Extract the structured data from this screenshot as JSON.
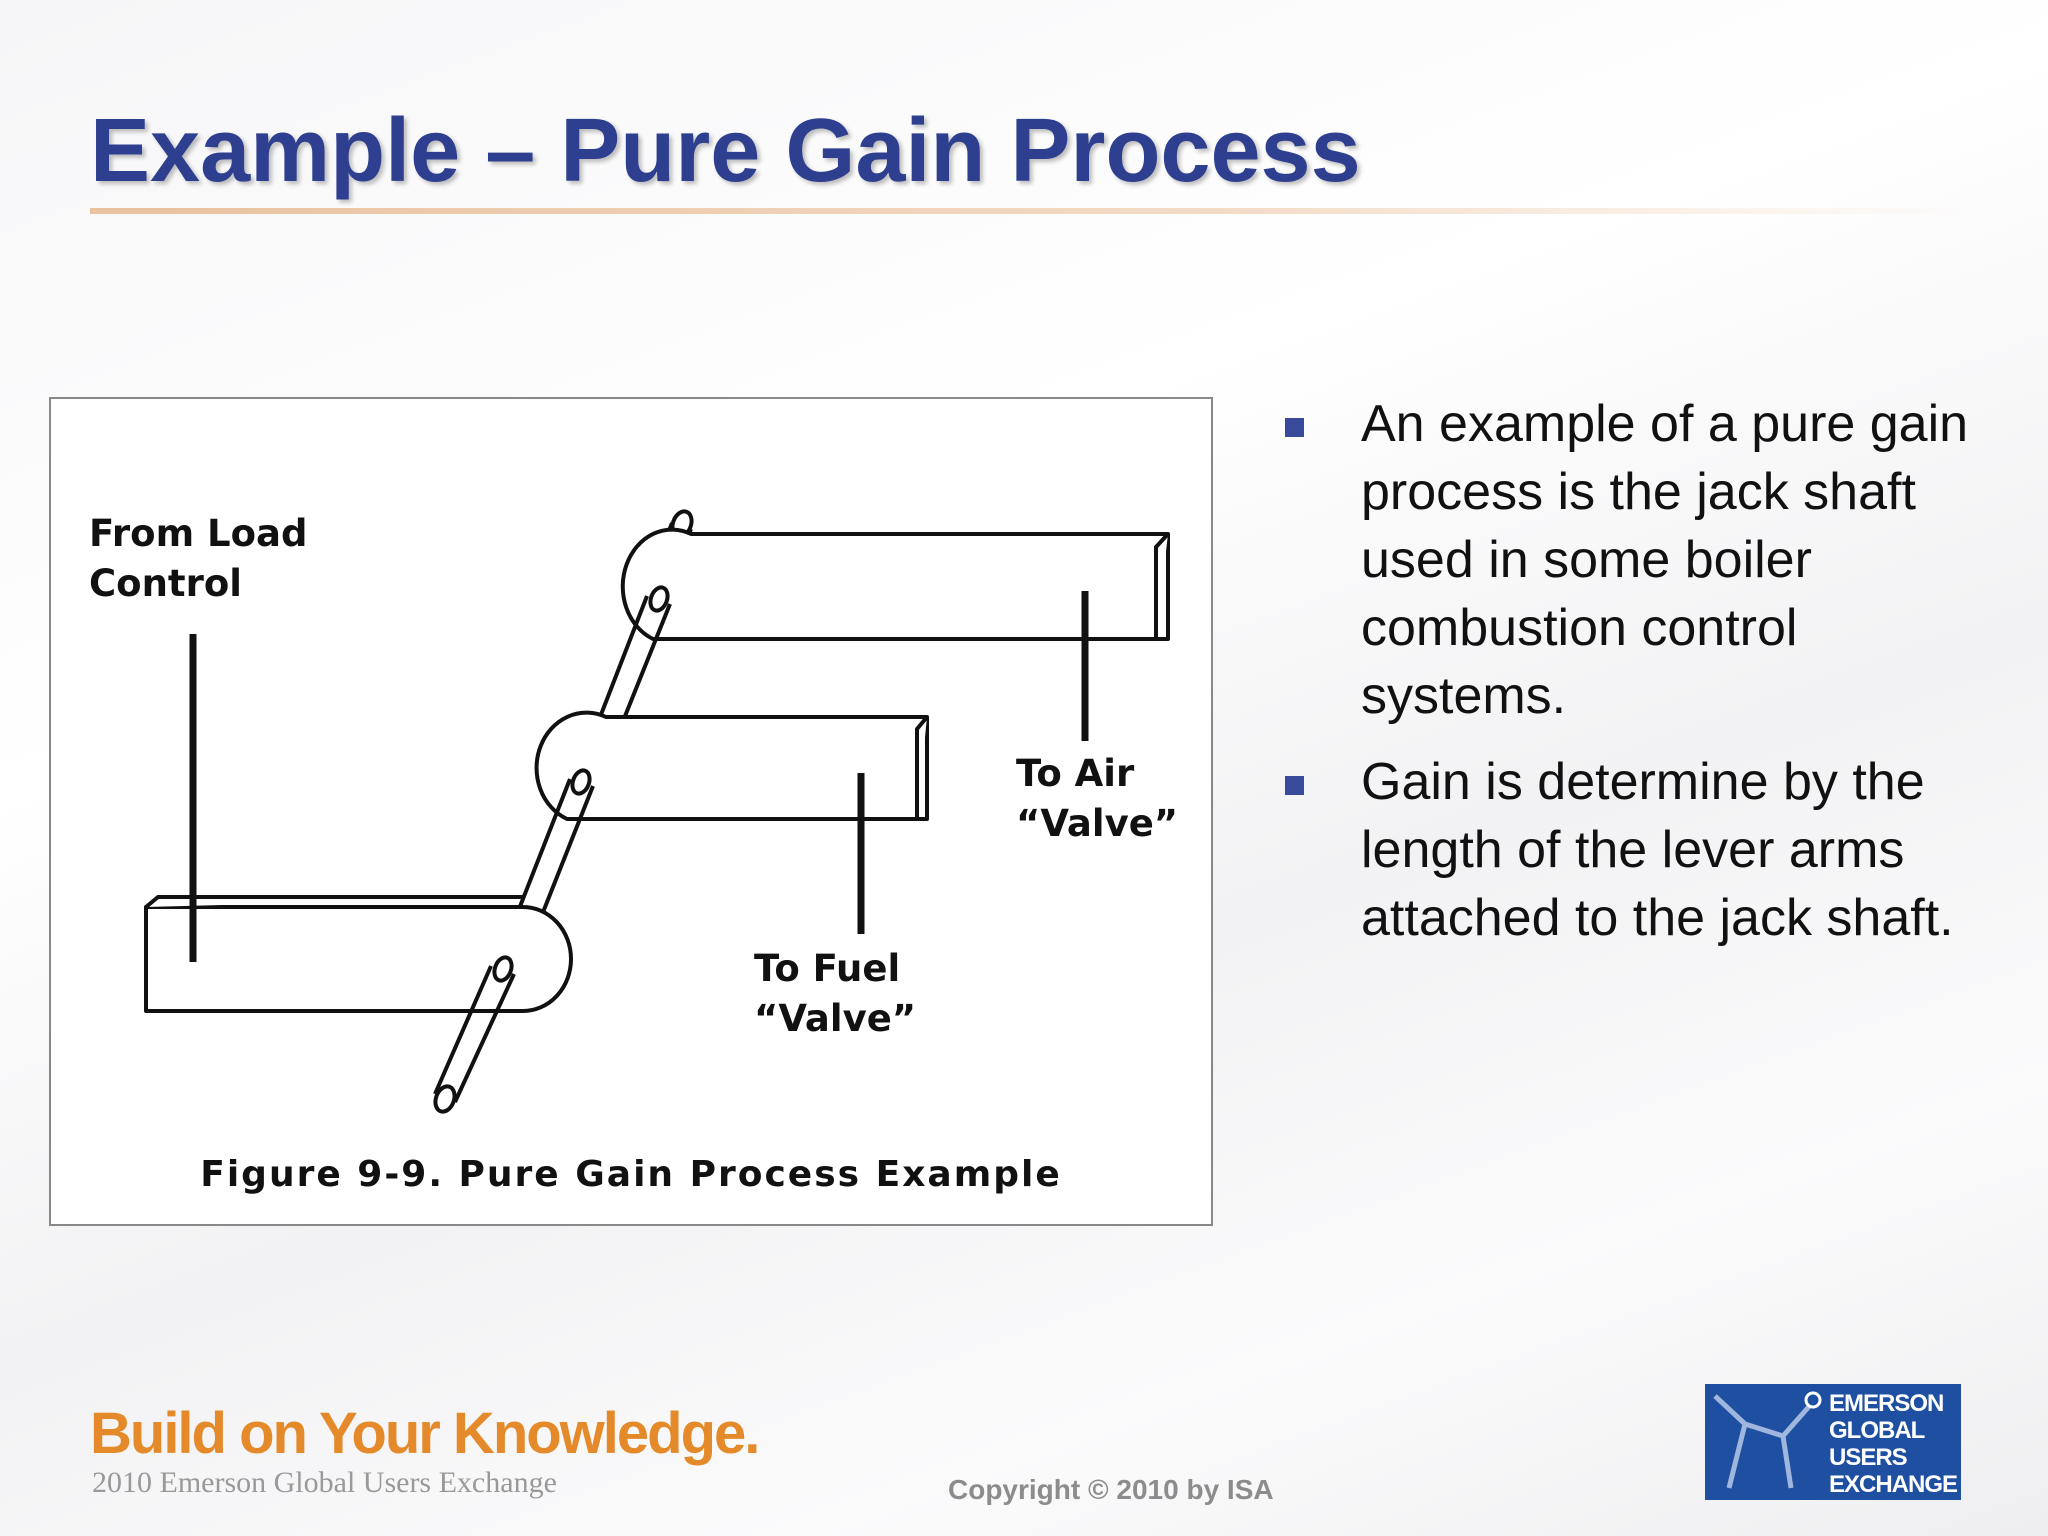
{
  "slide": {
    "title": "Example – Pure Gain Process"
  },
  "figure": {
    "labels": {
      "from_load": "From Load\nControl",
      "to_air": "To Air\n“Valve”",
      "to_fuel": "To Fuel\n“Valve”"
    },
    "caption": "Figure 9-9. Pure Gain Process Example"
  },
  "bullets": [
    "An example of a pure gain process is the jack shaft used in some boiler combustion control systems.",
    "Gain is determine by the length of the lever arms attached to the jack shaft."
  ],
  "footer": {
    "tagline": "Build on Your Knowledge.",
    "subtitle": "2010 Emerson Global Users Exchange",
    "copyright": "Copyright © 2010 by ISA",
    "logo_lines": [
      "EMERSON",
      "GLOBAL",
      "USERS",
      "EXCHANGE"
    ]
  },
  "colors": {
    "title": "#2f3f8f",
    "bullet_marker": "#3a4a9a",
    "tagline": "#e48a2a",
    "logo_bg": "#1e4fa0"
  }
}
